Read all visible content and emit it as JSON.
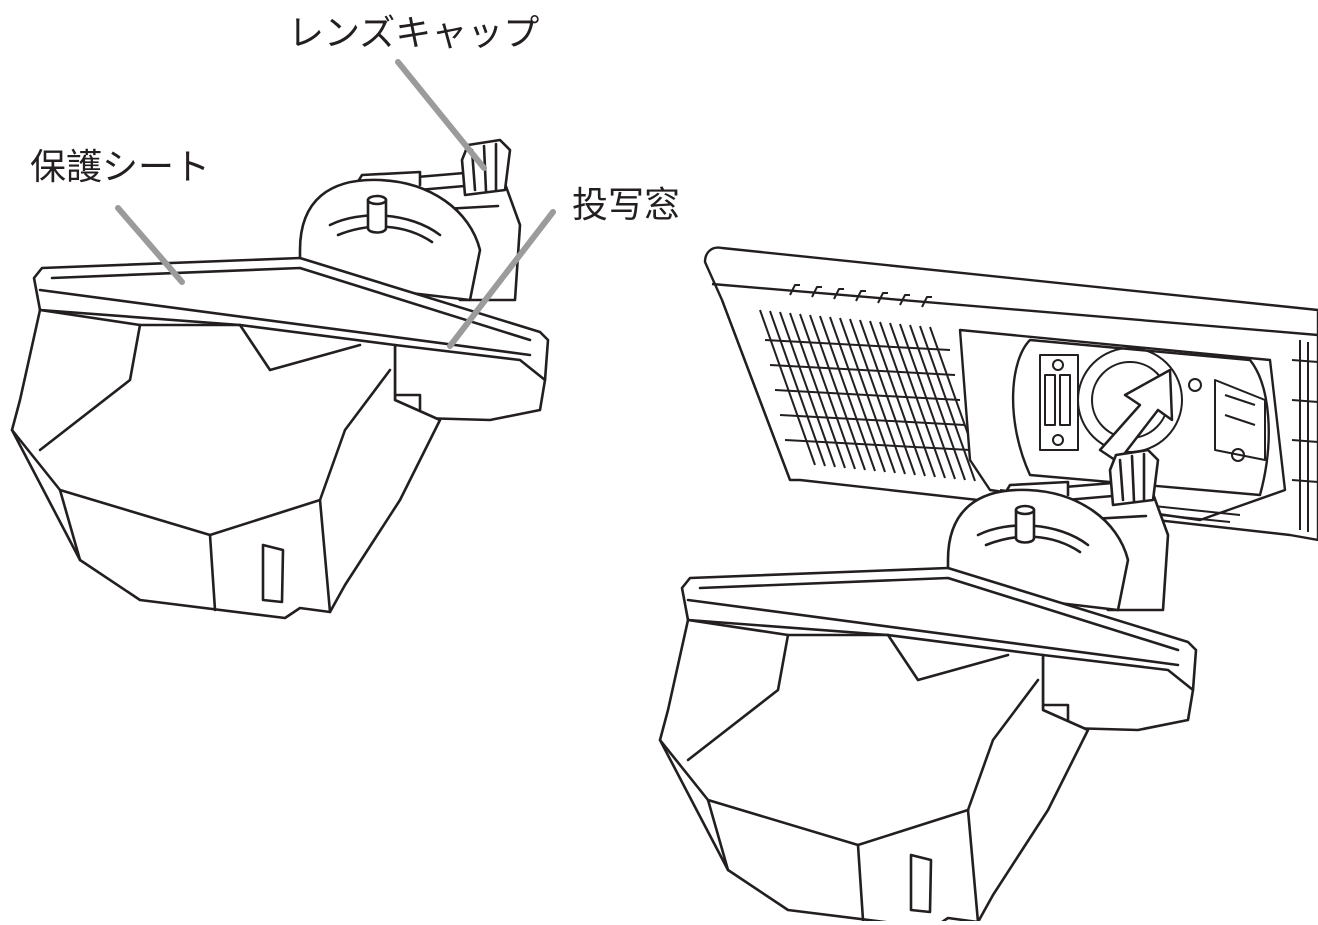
{
  "labels": {
    "lens_cap": "レンズキャップ",
    "protective_sheet": "保護シート",
    "projection_window": "投写窓"
  },
  "colors": {
    "line_art": "#231f20",
    "leader_line": "#9b9b9b",
    "background": "#ffffff",
    "arrow_fill": "#ffffff"
  }
}
